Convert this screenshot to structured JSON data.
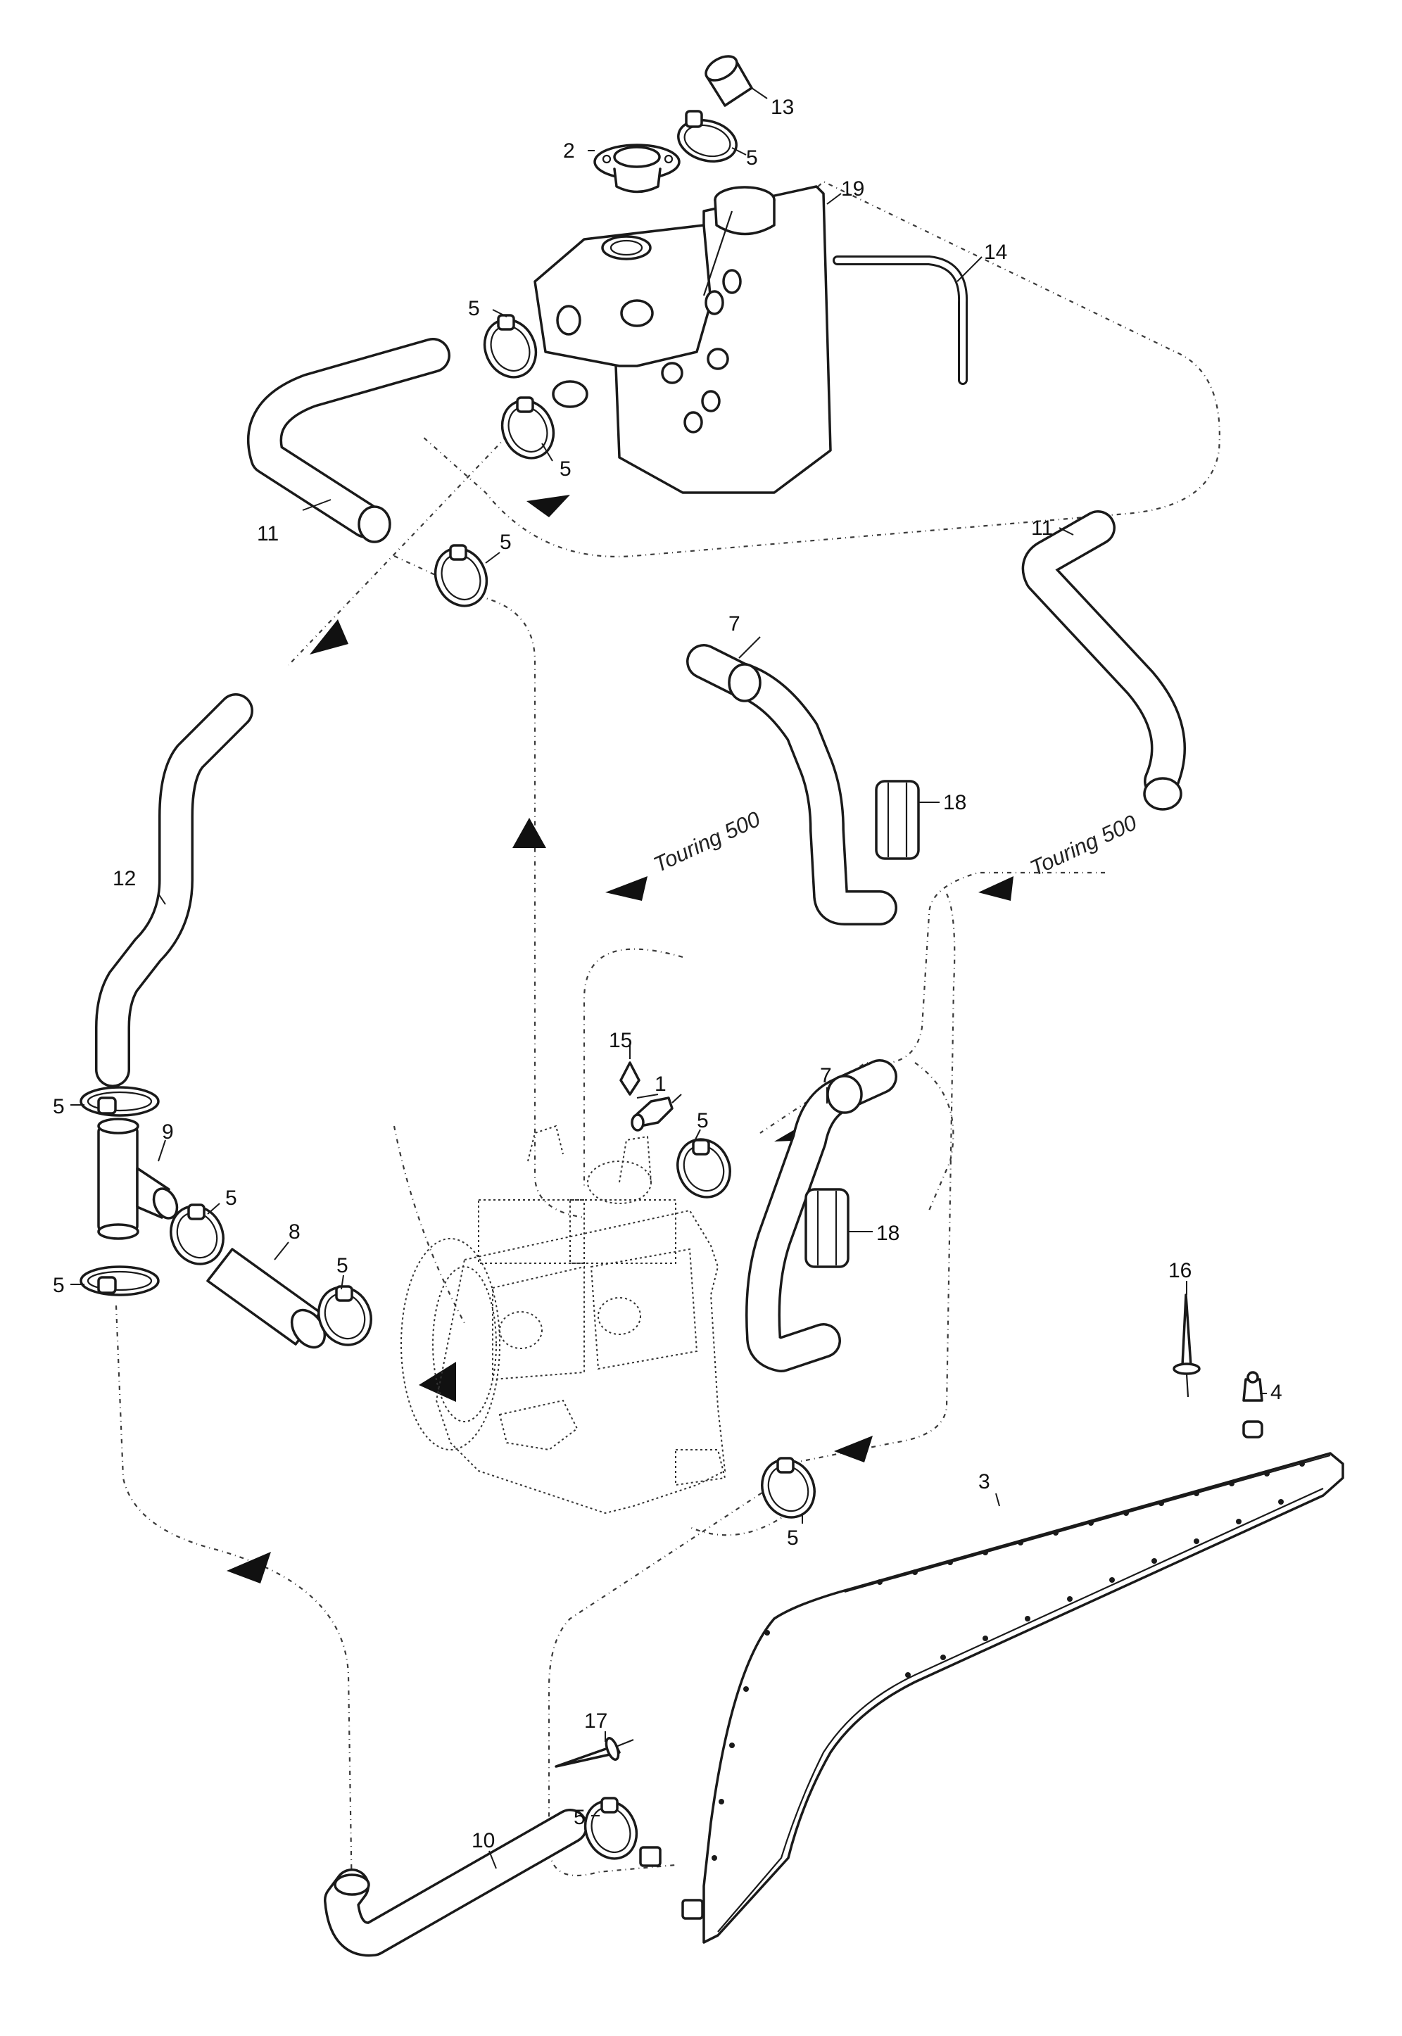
{
  "callouts": {
    "c1": "1",
    "c2": "2",
    "c3": "3",
    "c4": "4",
    "c5": "5",
    "c7": "7",
    "c8": "8",
    "c9": "9",
    "c10": "10",
    "c11": "11",
    "c12": "12",
    "c13": "13",
    "c14": "14",
    "c15": "15",
    "c16": "16",
    "c17": "17",
    "c18": "18",
    "c19": "19"
  },
  "model_labels": {
    "touring": "Touring 500"
  }
}
